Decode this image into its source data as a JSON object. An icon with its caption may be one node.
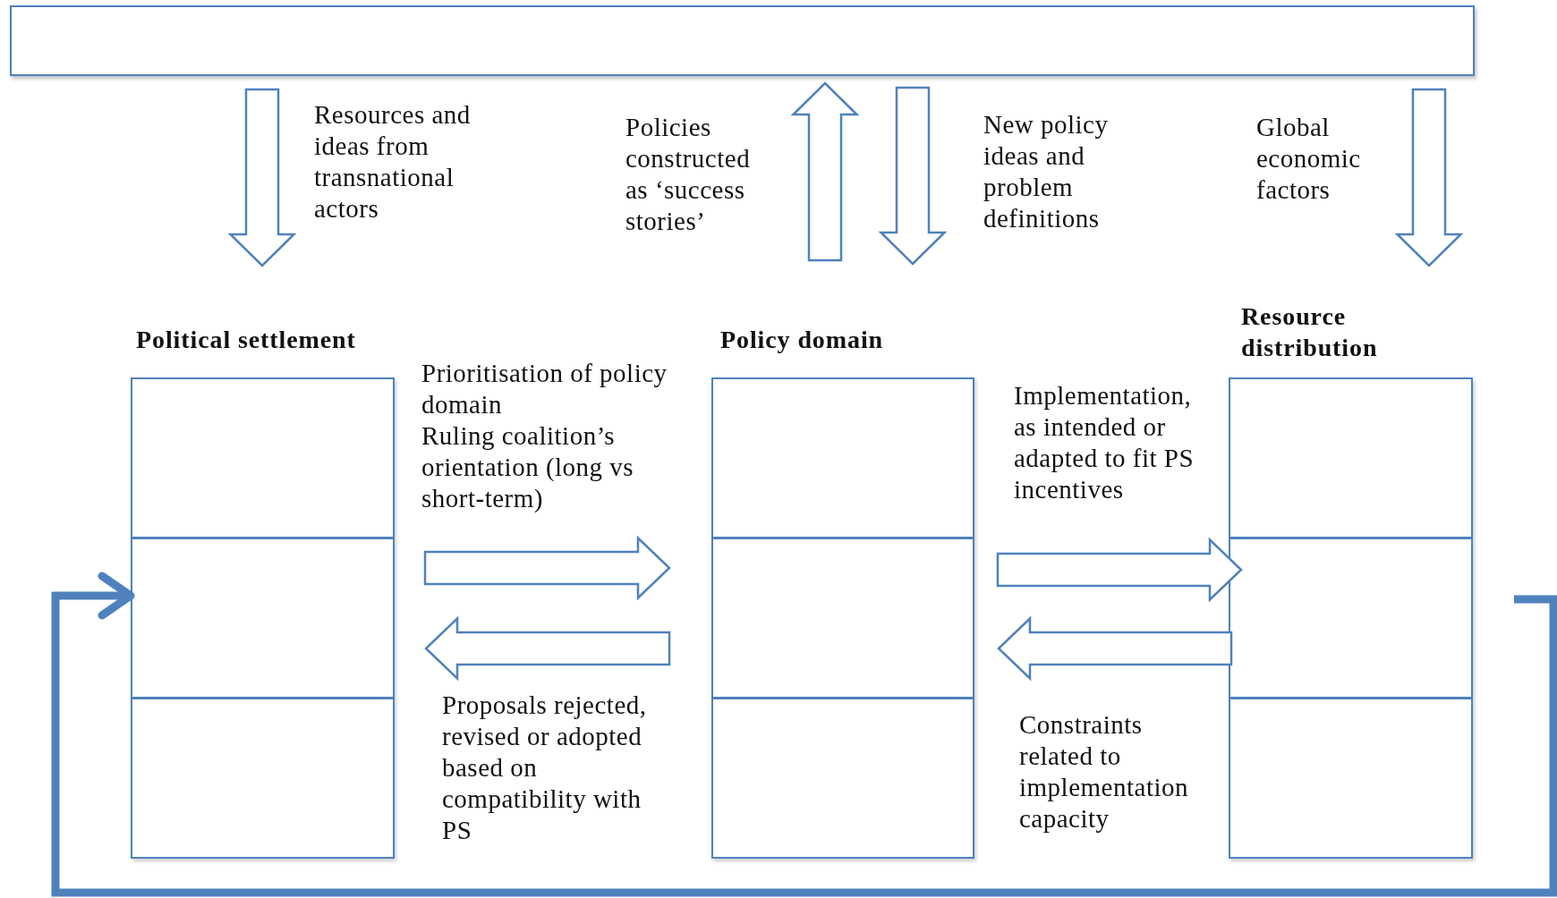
{
  "diagram": {
    "nodes": [
      {
        "text": [],
        "shape": "box"
      },
      {
        "text": [
          "Political settlement"
        ]
      },
      {
        "text": [
          "Policy domain"
        ]
      },
      {
        "text": [
          "Resource distribution"
        ]
      }
    ],
    "edges": [
      {
        "from": 0,
        "to": 1,
        "arrow": "to",
        "label": "Resources and ideas from transnational actors"
      },
      {
        "from": 2,
        "to": 0,
        "arrow": "to",
        "label": "Policies constructed as ‘success stories’"
      },
      {
        "from": 0,
        "to": 2,
        "arrow": "to",
        "label": "New policy ideas and problem definitions"
      },
      {
        "from": 0,
        "to": 3,
        "arrow": "to",
        "label": "Global economic factors"
      },
      {
        "from": 1,
        "to": 2,
        "arrow": "to",
        "label": "Ruling coalition’s orientation (long vs short-term)"
      },
      {
        "from": 2,
        "to": 1,
        "arrow": "to",
        "label": "Proposals rejected, revised or adopted based on compatibility with PS"
      },
      {
        "from": 2,
        "to": 3,
        "arrow": "to",
        "label": "Implementation, as intended or adapted to fit PS incentives"
      },
      {
        "from": 3,
        "to": 2,
        "arrow": "to",
        "label": "Constraints related to implementation capacity"
      },
      {
        "from": null,
        "to": 1,
        "arrow": "to"
      }
    ],
    "labels": [
      "Prioritisation of policy domain"
    ]
  }
}
